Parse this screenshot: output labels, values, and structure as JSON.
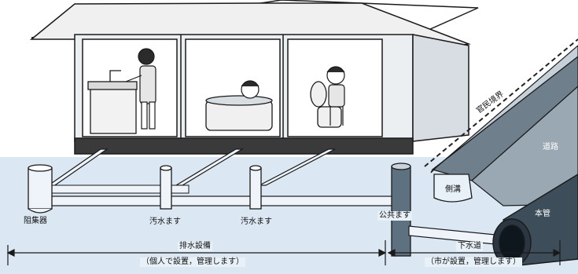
{
  "labels": {
    "grease_trap": "阻集器",
    "inspection_1": "汚水ます",
    "inspection_2": "汚水ます",
    "public_box": "公共ます",
    "boundary": "官民境界",
    "road": "道路",
    "side_ditch": "側溝",
    "main_pipe": "本管",
    "drain_facility": "排水設備",
    "drain_facility_note": "（個人で設置，管理します）",
    "sewer": "下水道",
    "sewer_note": "（市が設置，管理します）"
  },
  "colors": {
    "ground": "#dbe8f3",
    "pipe": "#eef4fa",
    "outline": "#1a1a1a",
    "road": "#6f7f8c",
    "main_pipe": "#3d4d5a"
  }
}
